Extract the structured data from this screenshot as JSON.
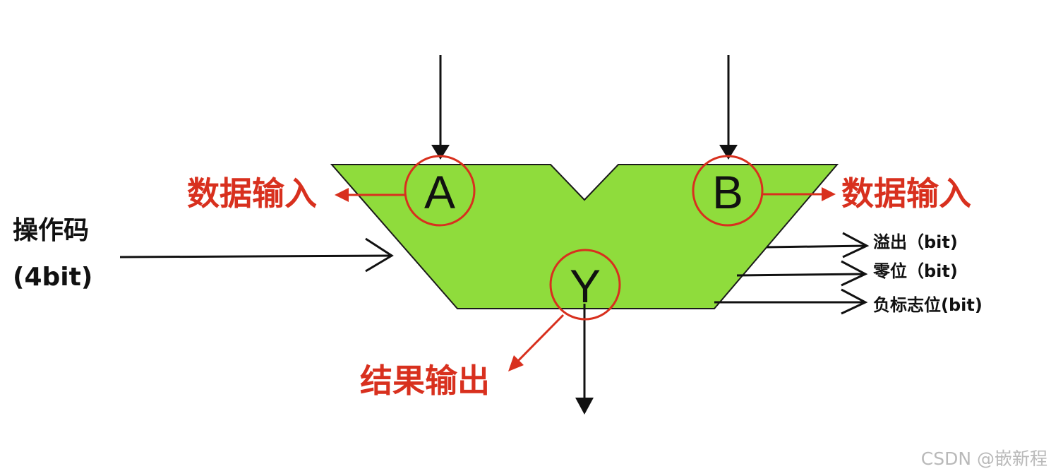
{
  "diagram": {
    "ports": {
      "a": "A",
      "b": "B",
      "y": "Y"
    },
    "labels": {
      "data_input_left": "数据输入",
      "data_input_right": "数据输入",
      "opcode_line1": "操作码",
      "opcode_line2": "(4bit)",
      "result_output": "结果输出",
      "flag_overflow": "溢出（bit)",
      "flag_zero": "零位（bit)",
      "flag_negative": "负标志位(bit)"
    },
    "colors": {
      "alu_body": "#8fdc3c",
      "alu_outline": "#1a1a1a",
      "annotation": "#d8301e",
      "signal": "#111111"
    }
  },
  "watermark": "CSDN @嵌新程"
}
